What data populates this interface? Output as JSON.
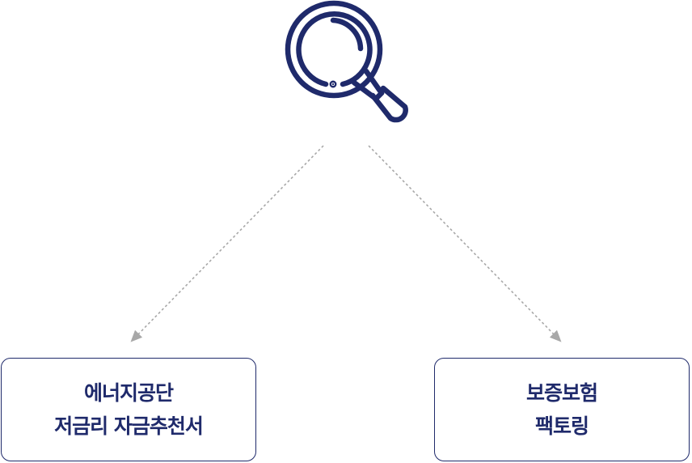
{
  "colors": {
    "primary": "#1f2a6b",
    "arrow": "#a8a8a8"
  },
  "icon": "magnifying-glass-icon",
  "boxes": [
    {
      "line1": "에너지공단",
      "line2": "저금리 자금추천서"
    },
    {
      "line1": "보증보험",
      "line2": "팩토링"
    }
  ]
}
